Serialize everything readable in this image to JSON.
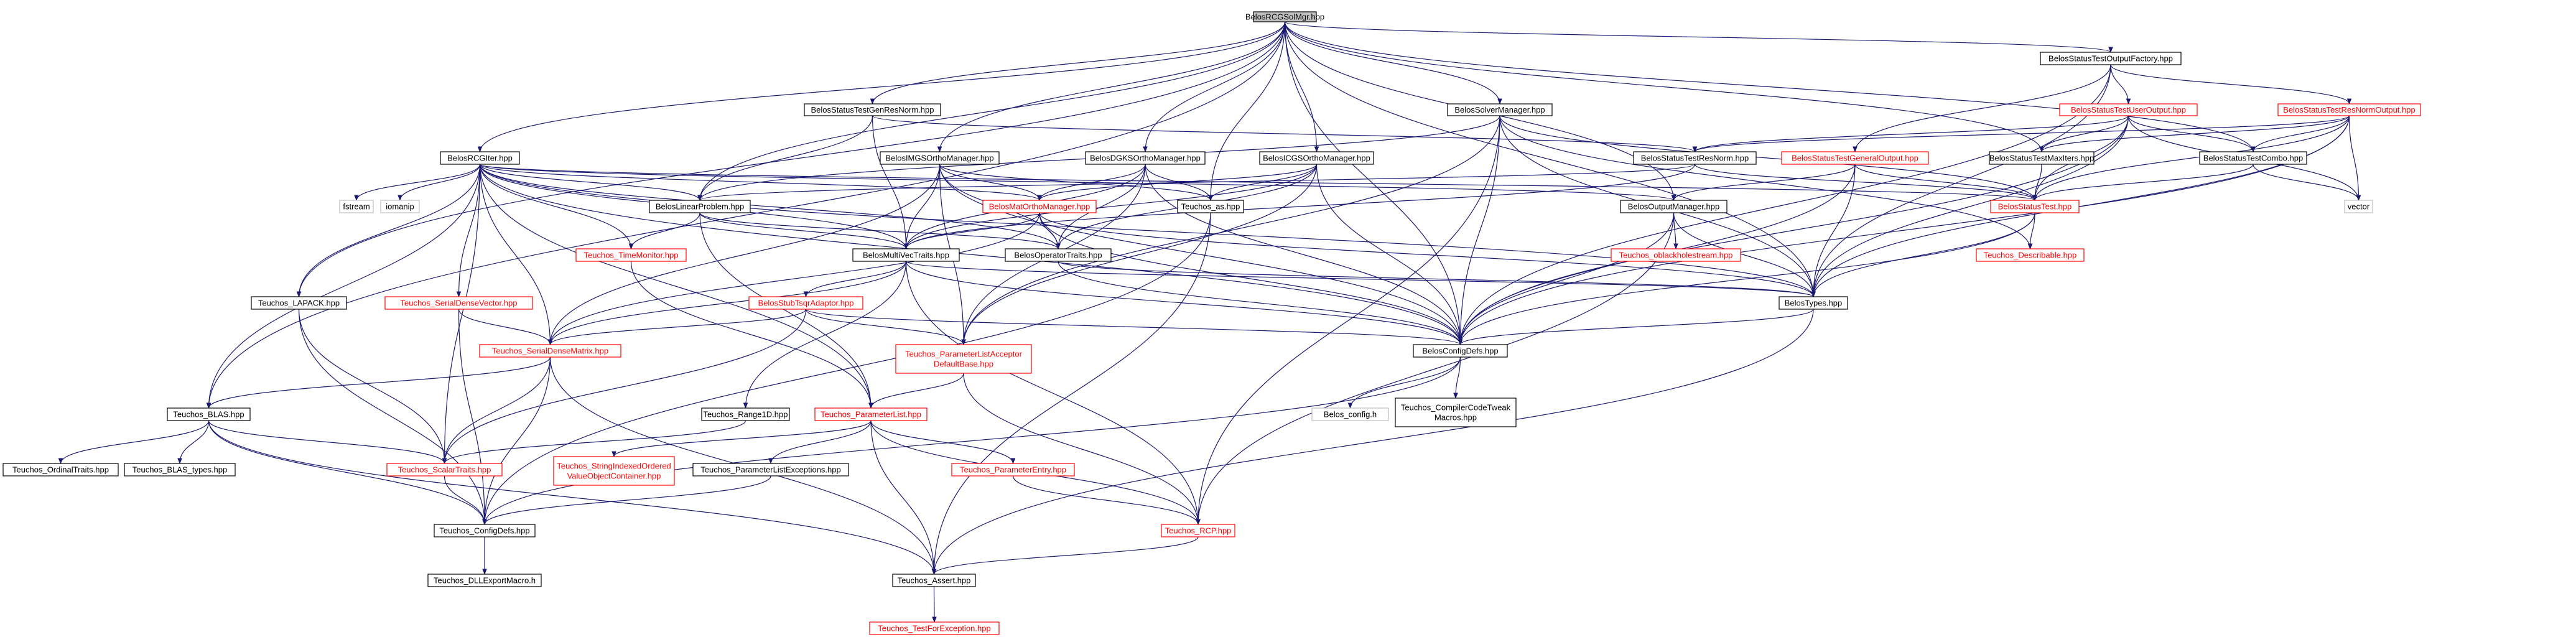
{
  "diagram": {
    "root": "BelosRCGSolMgr.hpp",
    "colors": {
      "edge": "#191970",
      "node_border": "#000000",
      "missing_border": "#ff0000",
      "root_fill": "#bfbfbf",
      "external_border": "#bfbfbf"
    },
    "nodes": [
      {
        "id": "root",
        "label": "BelosRCGSolMgr.hpp",
        "style": "root"
      },
      {
        "id": "factory",
        "label": "BelosStatusTestOutputFactory.hpp",
        "style": "black"
      },
      {
        "id": "genresnorm",
        "label": "BelosStatusTestGenResNorm.hpp",
        "style": "black"
      },
      {
        "id": "solvermgr",
        "label": "BelosSolverManager.hpp",
        "style": "black"
      },
      {
        "id": "useroutput",
        "label": "BelosStatusTestUserOutput.hpp",
        "style": "red"
      },
      {
        "id": "resnormoutput",
        "label": "BelosStatusTestResNormOutput.hpp",
        "style": "red"
      },
      {
        "id": "rcgiter",
        "label": "BelosRCGIter.hpp",
        "style": "black"
      },
      {
        "id": "imgs",
        "label": "BelosIMGSOrthoManager.hpp",
        "style": "black"
      },
      {
        "id": "dgks",
        "label": "BelosDGKSOrthoManager.hpp",
        "style": "black"
      },
      {
        "id": "icgs",
        "label": "BelosICGSOrthoManager.hpp",
        "style": "black"
      },
      {
        "id": "resnorm",
        "label": "BelosStatusTestResNorm.hpp",
        "style": "black"
      },
      {
        "id": "generaloutput",
        "label": "BelosStatusTestGeneralOutput.hpp",
        "style": "red"
      },
      {
        "id": "maxiters",
        "label": "BelosStatusTestMaxIters.hpp",
        "style": "black"
      },
      {
        "id": "combo",
        "label": "BelosStatusTestCombo.hpp",
        "style": "black"
      },
      {
        "id": "fstream",
        "label": "fstream",
        "style": "gray"
      },
      {
        "id": "iomanip",
        "label": "iomanip",
        "style": "gray"
      },
      {
        "id": "linproblem",
        "label": "BelosLinearProblem.hpp",
        "style": "black"
      },
      {
        "id": "matortho",
        "label": "BelosMatOrthoManager.hpp",
        "style": "red"
      },
      {
        "id": "tas",
        "label": "Teuchos_as.hpp",
        "style": "black"
      },
      {
        "id": "outputmgr",
        "label": "BelosOutputManager.hpp",
        "style": "black"
      },
      {
        "id": "statustest",
        "label": "BelosStatusTest.hpp",
        "style": "red"
      },
      {
        "id": "vector",
        "label": "vector",
        "style": "gray"
      },
      {
        "id": "timemonitor",
        "label": "Teuchos_TimeMonitor.hpp",
        "style": "red"
      },
      {
        "id": "multivec",
        "label": "BelosMultiVecTraits.hpp",
        "style": "black"
      },
      {
        "id": "opertraits",
        "label": "BelosOperatorTraits.hpp",
        "style": "black"
      },
      {
        "id": "oblackhole",
        "label": "Teuchos_oblackholestream.hpp",
        "style": "red"
      },
      {
        "id": "describable",
        "label": "Teuchos_Describable.hpp",
        "style": "red"
      },
      {
        "id": "lapack",
        "label": "Teuchos_LAPACK.hpp",
        "style": "black"
      },
      {
        "id": "sdvector",
        "label": "Teuchos_SerialDenseVector.hpp",
        "style": "red"
      },
      {
        "id": "tsqr",
        "label": "BelosStubTsqrAdaptor.hpp",
        "style": "red"
      },
      {
        "id": "belostypes",
        "label": "BelosTypes.hpp",
        "style": "black"
      },
      {
        "id": "sdmatrix",
        "label": "Teuchos_SerialDenseMatrix.hpp",
        "style": "red"
      },
      {
        "id": "placcessor",
        "label": "Teuchos_ParameterListAcceptor\nDefaultBase.hpp",
        "style": "red"
      },
      {
        "id": "configdefs",
        "label": "BelosConfigDefs.hpp",
        "style": "black"
      },
      {
        "id": "blas",
        "label": "Teuchos_BLAS.hpp",
        "style": "black"
      },
      {
        "id": "rangeid",
        "label": "Teuchos_Range1D.hpp",
        "style": "black"
      },
      {
        "id": "paramlist",
        "label": "Teuchos_ParameterList.hpp",
        "style": "red"
      },
      {
        "id": "belosconfig",
        "label": "Belos_config.h",
        "style": "gray"
      },
      {
        "id": "compilertweak",
        "label": "Teuchos_CompilerCodeTweak\nMacros.hpp",
        "style": "black"
      },
      {
        "id": "ordinal",
        "label": "Teuchos_OrdinalTraits.hpp",
        "style": "black"
      },
      {
        "id": "blastypes",
        "label": "Teuchos_BLAS_types.hpp",
        "style": "black"
      },
      {
        "id": "scalar",
        "label": "Teuchos_ScalarTraits.hpp",
        "style": "red"
      },
      {
        "id": "stringidx",
        "label": "Teuchos_StringIndexedOrdered\nValueObjectContainer.hpp",
        "style": "red"
      },
      {
        "id": "plexceptions",
        "label": "Teuchos_ParameterListExceptions.hpp",
        "style": "black"
      },
      {
        "id": "paramentry",
        "label": "Teuchos_ParameterEntry.hpp",
        "style": "red"
      },
      {
        "id": "tconfigdefs",
        "label": "Teuchos_ConfigDefs.hpp",
        "style": "black"
      },
      {
        "id": "rcp",
        "label": "Teuchos_RCP.hpp",
        "style": "red"
      },
      {
        "id": "dllexport",
        "label": "Teuchos_DLLExportMacro.h",
        "style": "black"
      },
      {
        "id": "assert",
        "label": "Teuchos_Assert.hpp",
        "style": "black"
      },
      {
        "id": "testforexc",
        "label": "Teuchos_TestForException.hpp",
        "style": "red"
      }
    ],
    "edges": [
      [
        "root",
        "factory"
      ],
      [
        "root",
        "genresnorm"
      ],
      [
        "root",
        "solvermgr"
      ],
      [
        "root",
        "rcgiter"
      ],
      [
        "root",
        "imgs"
      ],
      [
        "root",
        "dgks"
      ],
      [
        "root",
        "icgs"
      ],
      [
        "root",
        "combo"
      ],
      [
        "root",
        "maxiters"
      ],
      [
        "root",
        "linproblem"
      ],
      [
        "root",
        "tas"
      ],
      [
        "root",
        "outputmgr"
      ],
      [
        "root",
        "configdefs"
      ],
      [
        "root",
        "belostypes"
      ],
      [
        "root",
        "lapack"
      ],
      [
        "root",
        "blas"
      ],
      [
        "factory",
        "useroutput"
      ],
      [
        "factory",
        "resnormoutput"
      ],
      [
        "factory",
        "generaloutput"
      ],
      [
        "factory",
        "belostypes"
      ],
      [
        "factory",
        "configdefs"
      ],
      [
        "genresnorm",
        "resnorm"
      ],
      [
        "genresnorm",
        "linproblem"
      ],
      [
        "genresnorm",
        "multivec"
      ],
      [
        "solvermgr",
        "linproblem"
      ],
      [
        "solvermgr",
        "statustest"
      ],
      [
        "solvermgr",
        "belostypes"
      ],
      [
        "solvermgr",
        "configdefs"
      ],
      [
        "solvermgr",
        "placcessor"
      ],
      [
        "solvermgr",
        "rcp"
      ],
      [
        "solvermgr",
        "describable"
      ],
      [
        "useroutput",
        "resnorm"
      ],
      [
        "useroutput",
        "maxiters"
      ],
      [
        "useroutput",
        "combo"
      ],
      [
        "useroutput",
        "statustest"
      ],
      [
        "useroutput",
        "belostypes"
      ],
      [
        "useroutput",
        "vector"
      ],
      [
        "useroutput",
        "configdefs"
      ],
      [
        "resnormoutput",
        "resnorm"
      ],
      [
        "resnormoutput",
        "maxiters"
      ],
      [
        "resnormoutput",
        "combo"
      ],
      [
        "resnormoutput",
        "statustest"
      ],
      [
        "resnormoutput",
        "belostypes"
      ],
      [
        "resnormoutput",
        "vector"
      ],
      [
        "resnormoutput",
        "configdefs"
      ],
      [
        "rcgiter",
        "fstream"
      ],
      [
        "rcgiter",
        "iomanip"
      ],
      [
        "rcgiter",
        "linproblem"
      ],
      [
        "rcgiter",
        "matortho"
      ],
      [
        "rcgiter",
        "timemonitor"
      ],
      [
        "rcgiter",
        "multivec"
      ],
      [
        "rcgiter",
        "opertraits"
      ],
      [
        "rcgiter",
        "sdvector"
      ],
      [
        "rcgiter",
        "sdmatrix"
      ],
      [
        "rcgiter",
        "lapack"
      ],
      [
        "rcgiter",
        "blas"
      ],
      [
        "rcgiter",
        "scalar"
      ],
      [
        "rcgiter",
        "configdefs"
      ],
      [
        "rcgiter",
        "belostypes"
      ],
      [
        "rcgiter",
        "statustest"
      ],
      [
        "rcgiter",
        "outputmgr"
      ],
      [
        "rcgiter",
        "paramlist"
      ],
      [
        "imgs",
        "matortho"
      ],
      [
        "imgs",
        "multivec"
      ],
      [
        "imgs",
        "opertraits"
      ],
      [
        "imgs",
        "tas"
      ],
      [
        "imgs",
        "sdmatrix"
      ],
      [
        "imgs",
        "placcessor"
      ],
      [
        "imgs",
        "configdefs"
      ],
      [
        "dgks",
        "matortho"
      ],
      [
        "dgks",
        "multivec"
      ],
      [
        "dgks",
        "opertraits"
      ],
      [
        "dgks",
        "tas"
      ],
      [
        "dgks",
        "placcessor"
      ],
      [
        "dgks",
        "configdefs"
      ],
      [
        "icgs",
        "matortho"
      ],
      [
        "icgs",
        "multivec"
      ],
      [
        "icgs",
        "opertraits"
      ],
      [
        "icgs",
        "tas"
      ],
      [
        "icgs",
        "placcessor"
      ],
      [
        "icgs",
        "configdefs"
      ],
      [
        "resnorm",
        "statustest"
      ],
      [
        "resnorm",
        "linproblem"
      ],
      [
        "resnorm",
        "multivec"
      ],
      [
        "generaloutput",
        "statustest"
      ],
      [
        "generaloutput",
        "outputmgr"
      ],
      [
        "generaloutput",
        "belostypes"
      ],
      [
        "generaloutput",
        "configdefs"
      ],
      [
        "maxiters",
        "statustest"
      ],
      [
        "combo",
        "statustest"
      ],
      [
        "combo",
        "vector"
      ],
      [
        "linproblem",
        "multivec"
      ],
      [
        "linproblem",
        "opertraits"
      ],
      [
        "linproblem",
        "timemonitor"
      ],
      [
        "linproblem",
        "paramlist"
      ],
      [
        "matortho",
        "multivec"
      ],
      [
        "matortho",
        "opertraits"
      ],
      [
        "matortho",
        "sdmatrix"
      ],
      [
        "matortho",
        "configdefs"
      ],
      [
        "matortho",
        "belostypes"
      ],
      [
        "tas",
        "tconfigdefs"
      ],
      [
        "tas",
        "assert"
      ],
      [
        "outputmgr",
        "oblackhole"
      ],
      [
        "outputmgr",
        "belostypes"
      ],
      [
        "outputmgr",
        "configdefs"
      ],
      [
        "outputmgr",
        "rcp"
      ],
      [
        "statustest",
        "describable"
      ],
      [
        "statustest",
        "belostypes"
      ],
      [
        "statustest",
        "configdefs"
      ],
      [
        "timemonitor",
        "paramlist"
      ],
      [
        "multivec",
        "tsqr"
      ],
      [
        "multivec",
        "rangeid"
      ],
      [
        "multivec",
        "configdefs"
      ],
      [
        "multivec",
        "belostypes"
      ],
      [
        "multivec",
        "rcp"
      ],
      [
        "multivec",
        "sdmatrix"
      ],
      [
        "opertraits",
        "configdefs"
      ],
      [
        "opertraits",
        "belostypes"
      ],
      [
        "lapack",
        "scalar"
      ],
      [
        "lapack",
        "tconfigdefs"
      ],
      [
        "sdvector",
        "sdmatrix"
      ],
      [
        "sdvector",
        "tconfigdefs"
      ],
      [
        "tsqr",
        "sdmatrix"
      ],
      [
        "tsqr",
        "placcessor"
      ],
      [
        "tsqr",
        "configdefs"
      ],
      [
        "tsqr",
        "scalar"
      ],
      [
        "belostypes",
        "configdefs"
      ],
      [
        "belostypes",
        "assert"
      ],
      [
        "sdmatrix",
        "blas"
      ],
      [
        "sdmatrix",
        "scalar"
      ],
      [
        "sdmatrix",
        "tconfigdefs"
      ],
      [
        "sdmatrix",
        "assert"
      ],
      [
        "placcessor",
        "paramlist"
      ],
      [
        "placcessor",
        "rcp"
      ],
      [
        "configdefs",
        "belosconfig"
      ],
      [
        "configdefs",
        "compilertweak"
      ],
      [
        "configdefs",
        "tconfigdefs"
      ],
      [
        "blas",
        "ordinal"
      ],
      [
        "blas",
        "blastypes"
      ],
      [
        "blas",
        "scalar"
      ],
      [
        "blas",
        "tconfigdefs"
      ],
      [
        "blas",
        "assert"
      ],
      [
        "rangeid",
        "scalar"
      ],
      [
        "paramlist",
        "stringidx"
      ],
      [
        "paramlist",
        "plexceptions"
      ],
      [
        "paramlist",
        "paramentry"
      ],
      [
        "paramlist",
        "rcp"
      ],
      [
        "paramlist",
        "assert"
      ],
      [
        "scalar",
        "tconfigdefs"
      ],
      [
        "plexceptions",
        "tconfigdefs"
      ],
      [
        "paramentry",
        "rcp"
      ],
      [
        "tconfigdefs",
        "dllexport"
      ],
      [
        "rcp",
        "assert"
      ],
      [
        "assert",
        "testforexc"
      ]
    ]
  }
}
